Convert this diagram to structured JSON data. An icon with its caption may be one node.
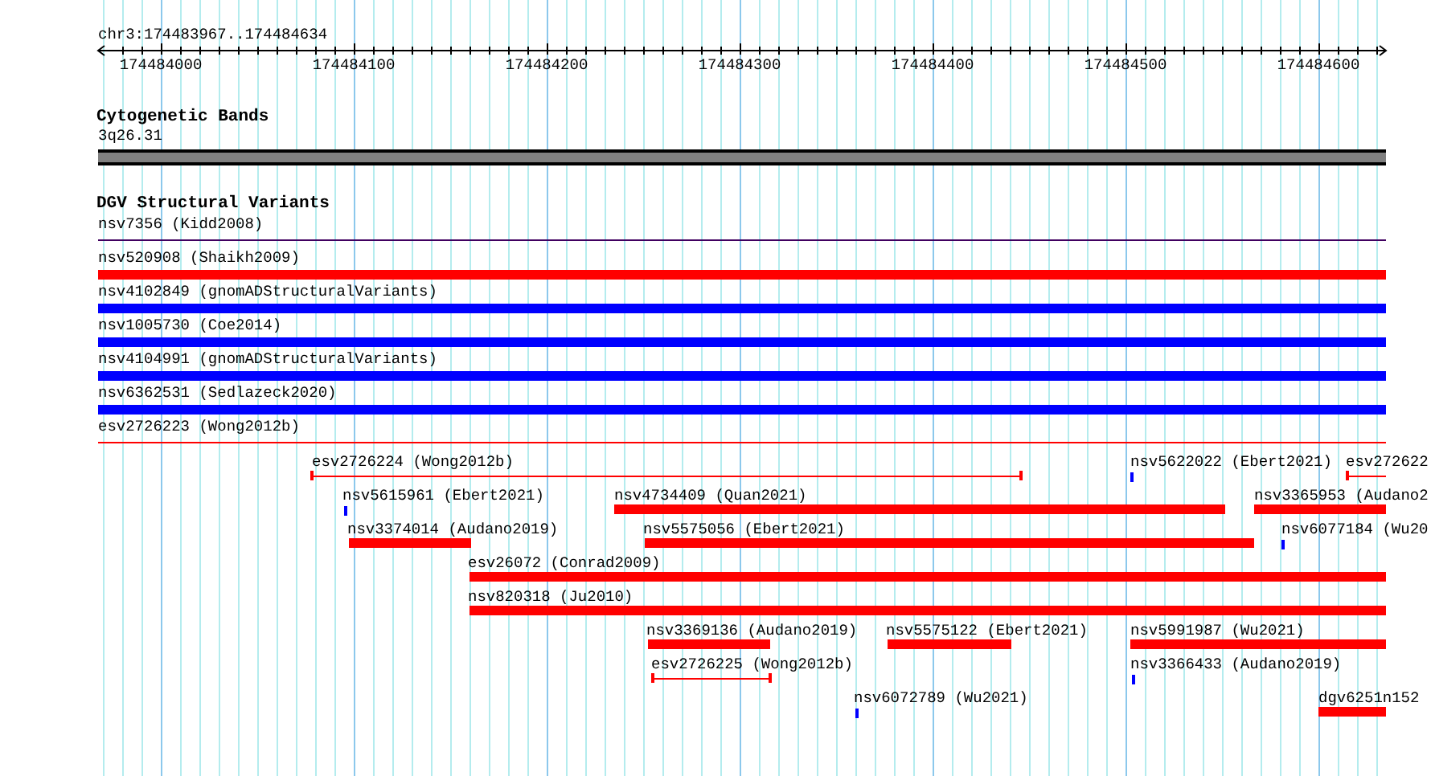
{
  "diagram": {
    "nodes": [
      {
        "text": [
          "3q26.31"
        ]
      },
      {
        "text": [
          "nsv7356 (Kidd2008)"
        ]
      },
      {
        "text": [
          "nsv520908 (Shaikh2009)"
        ]
      },
      {
        "text": [
          "nsv4102849 (gnomADStructuralVariants)"
        ]
      },
      {
        "text": [
          "nsv1005730 (Coe2014)"
        ]
      },
      {
        "text": [
          "nsv4104991 (gnomADStructuralVariants)"
        ]
      },
      {
        "text": [
          "nsv6362531 (Sedlazeck2020)"
        ]
      },
      {
        "text": [
          "esv2726223 (Wong2012b)"
        ]
      },
      {
        "text": [
          "esv2726224 (Wong2012b)"
        ]
      },
      {
        "text": [
          "nsv5622022 (Ebert2021)"
        ]
      },
      {
        "text": [
          "esv272622"
        ]
      },
      {
        "text": [
          "nsv5615961 (Ebert2021)"
        ]
      },
      {
        "text": [
          "nsv4734409 (Quan2021)"
        ]
      },
      {
        "text": [
          "nsv3365953 (Audano2"
        ]
      },
      {
        "text": [
          "nsv3374014 (Audano2019)"
        ]
      },
      {
        "text": [
          "nsv5575056 (Ebert2021)"
        ]
      },
      {
        "text": [
          "nsv6077184 (Wu20"
        ]
      },
      {
        "text": [
          "esv26072 (Conrad2009)"
        ]
      },
      {
        "text": [
          "nsv820318 (Ju2010)"
        ]
      },
      {
        "text": [
          "nsv3369136 (Audano2019)"
        ]
      },
      {
        "text": [
          "nsv5575122 (Ebert2021)"
        ]
      },
      {
        "text": [
          "nsv5991987 (Wu2021)"
        ]
      },
      {
        "text": [
          "esv2726225 (Wong2012b)"
        ]
      },
      {
        "text": [
          "nsv3366433 (Audano2019)"
        ]
      },
      {
        "text": [
          "nsv6072789 (Wu2021)"
        ]
      },
      {
        "text": [
          "dgv6251n152"
        ]
      }
    ],
    "labels": [
      "chr3:174483967..174484634",
      "174484000",
      "174484100",
      "174484200",
      "174484300",
      "174484400",
      "174484500",
      "174484600",
      "Cytogenetic Bands",
      "DGV Structural Variants"
    ]
  }
}
